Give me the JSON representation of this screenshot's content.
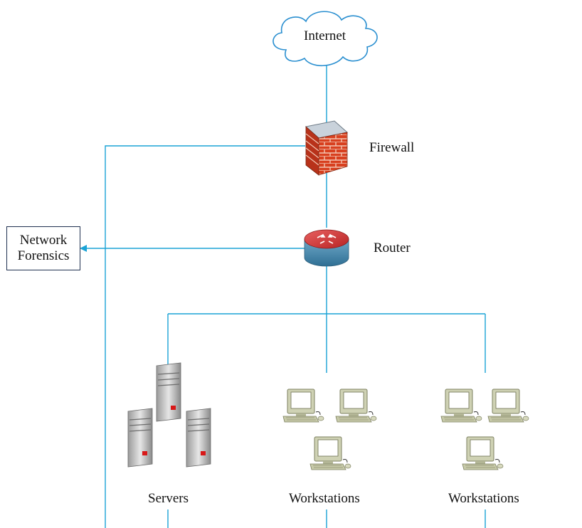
{
  "diagram": {
    "internet_label": "Internet",
    "firewall_label": "Firewall",
    "router_label": "Router",
    "forensics_label_line1": "Network",
    "forensics_label_line2": "Forensics",
    "servers_label": "Servers",
    "workstations_left_label": "Workstations",
    "workstations_right_label": "Workstations"
  },
  "colors": {
    "link_line": "#1aa3d6",
    "cloud_stroke": "#2a8fd0",
    "brick": "#d23a1c",
    "router_top": "#d53a3a",
    "router_side": "#4d8fb3"
  }
}
